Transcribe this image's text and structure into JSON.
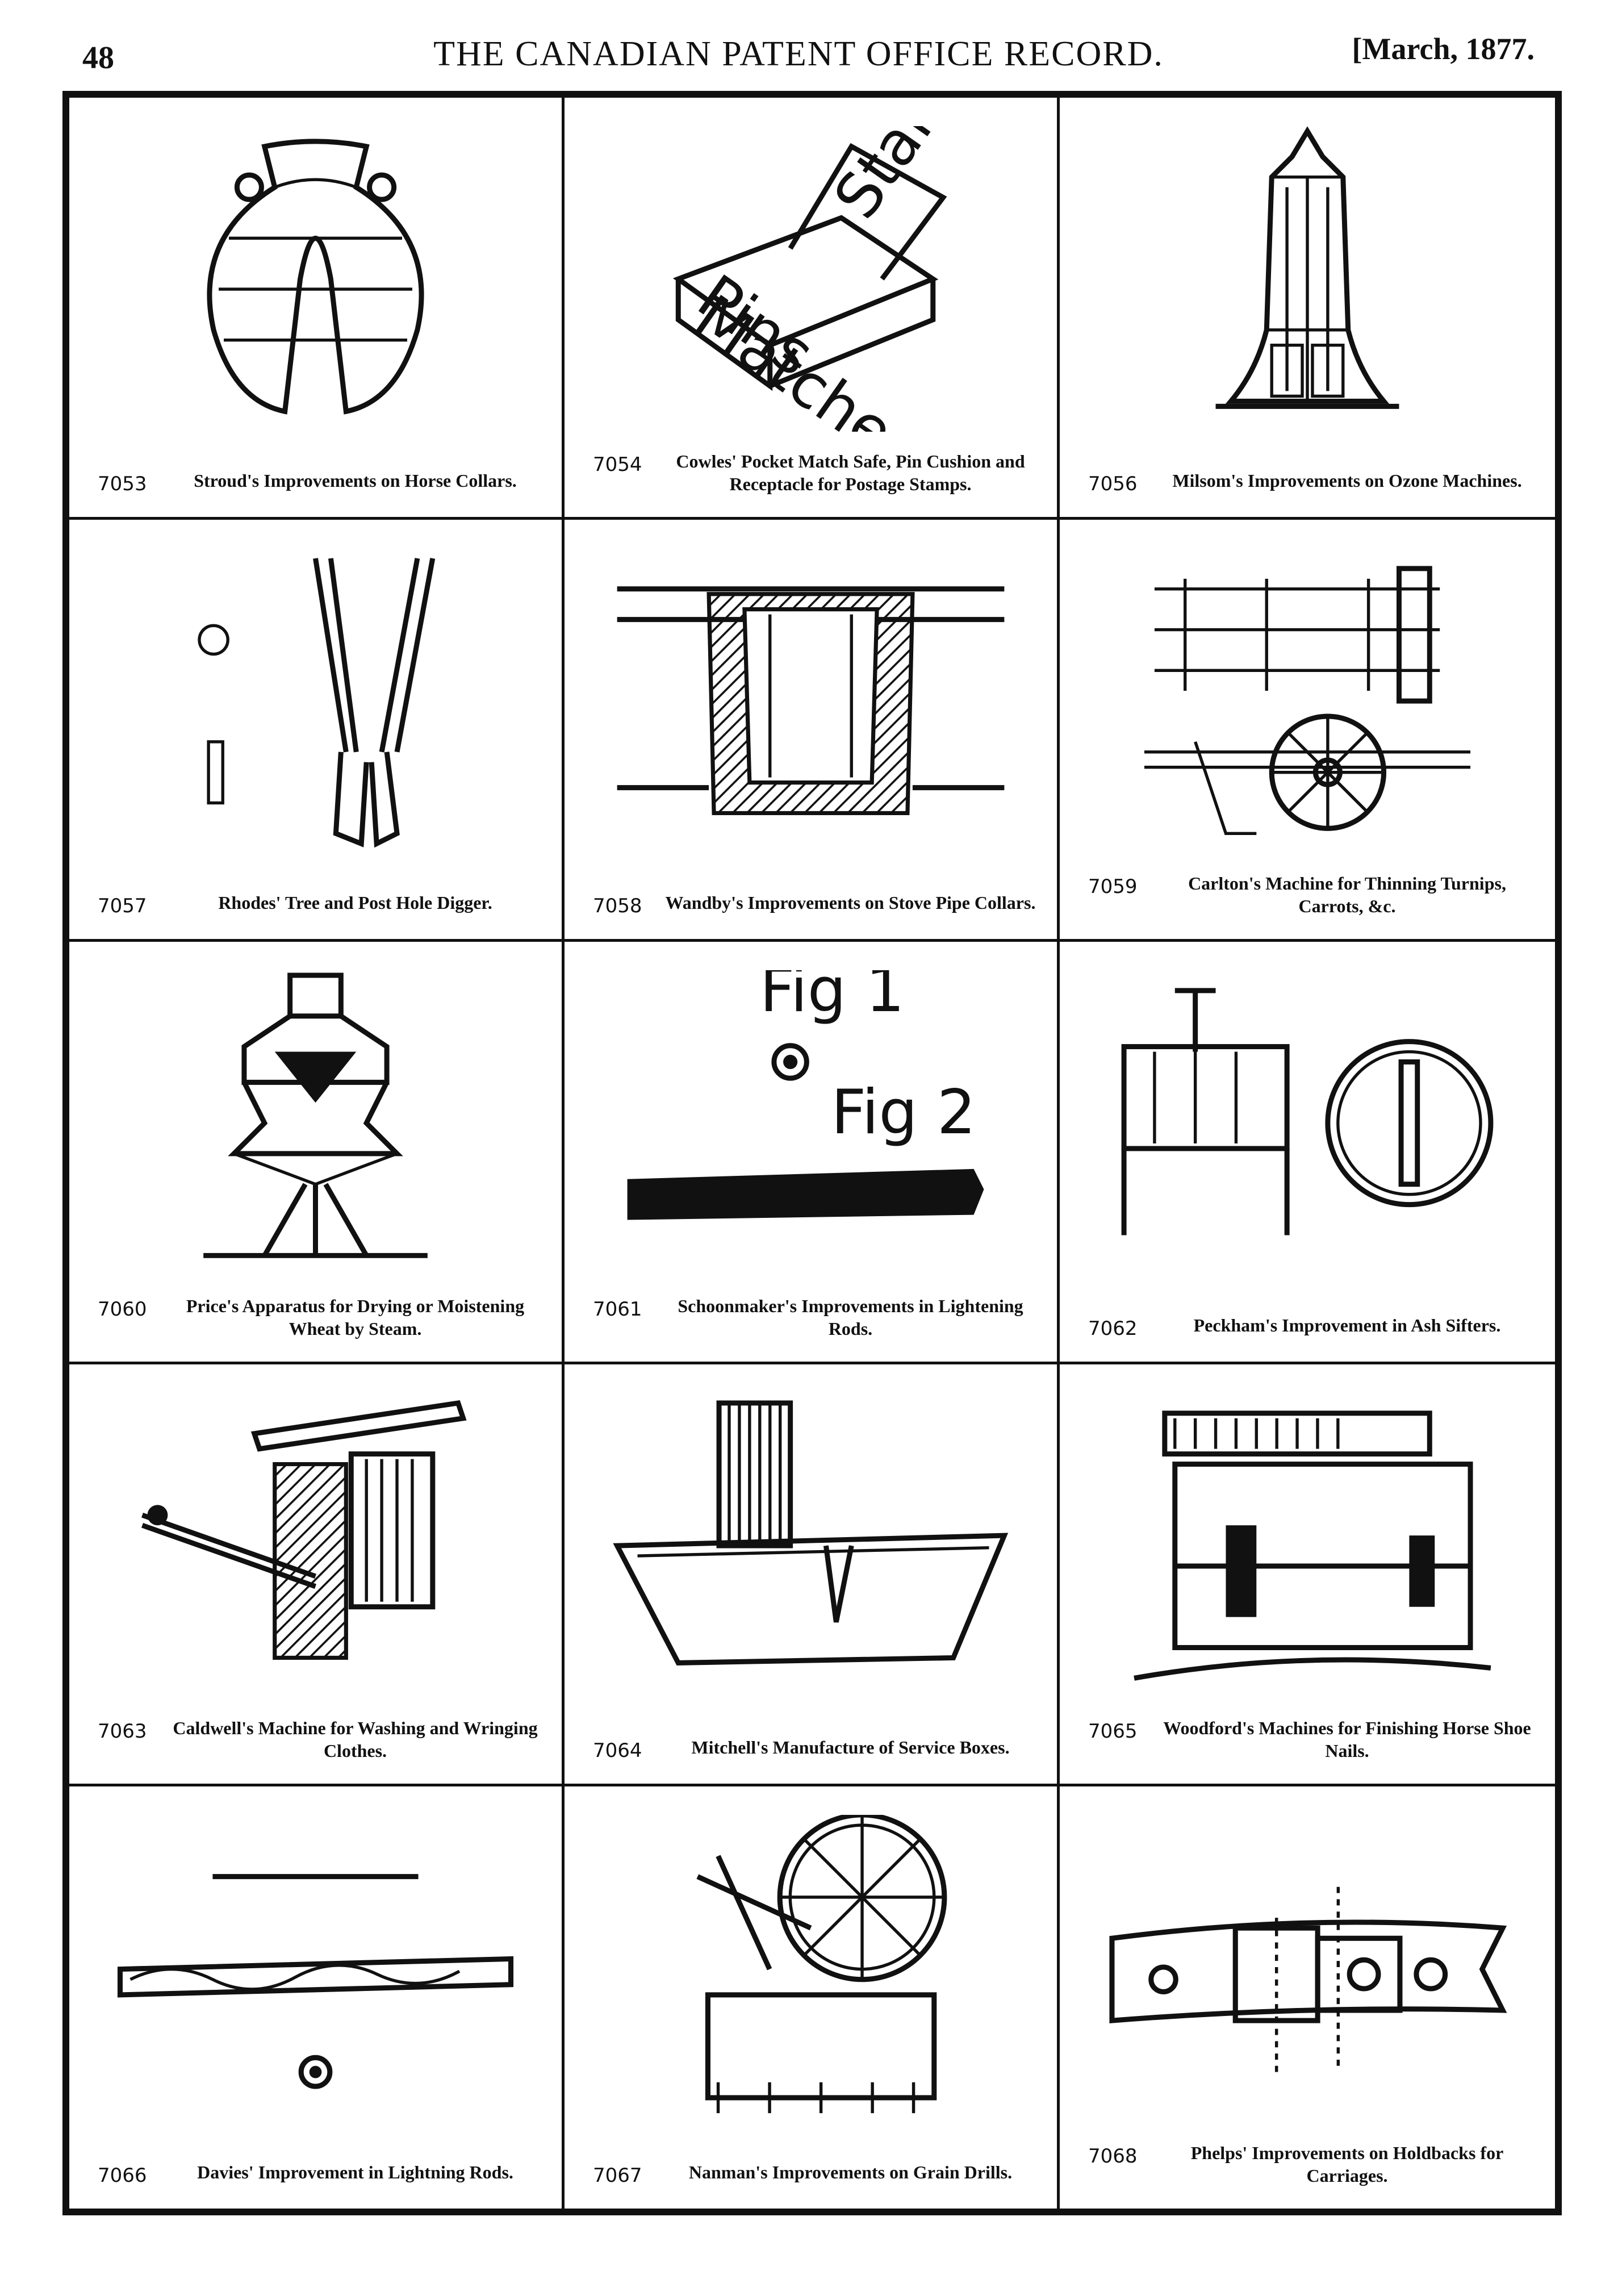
{
  "header": {
    "page_number": "48",
    "title": "THE CANADIAN PATENT OFFICE RECORD.",
    "date": "[March, 1877."
  },
  "patents": [
    {
      "number": "7053",
      "title": "Stroud's Improvements on Horse Collars."
    },
    {
      "number": "7054",
      "title": "Cowles' Pocket Match Safe, Pin Cushion and Receptacle for Postage Stamps."
    },
    {
      "number": "7056",
      "title": "Milsom's Improvements on Ozone Machines."
    },
    {
      "number": "7057",
      "title": "Rhodes' Tree and Post Hole Digger."
    },
    {
      "number": "7058",
      "title": "Wandby's Improvements on Stove Pipe Collars."
    },
    {
      "number": "7059",
      "title": "Carlton's Machine for Thinning Turnips, Carrots, &c."
    },
    {
      "number": "7060",
      "title": "Price's Apparatus for Drying or Moistening Wheat by Steam."
    },
    {
      "number": "7061",
      "title": "Schoonmaker's Improvements in Lightening Rods."
    },
    {
      "number": "7062",
      "title": "Peckham's Improvement in Ash Sifters."
    },
    {
      "number": "7063",
      "title": "Caldwell's Machine for Washing and Wringing Clothes."
    },
    {
      "number": "7064",
      "title": "Mitchell's Manufacture of Service Boxes."
    },
    {
      "number": "7065",
      "title": "Woodford's Machines for Finishing Horse Shoe Nails."
    },
    {
      "number": "7066",
      "title": "Davies' Improvement in Lightning Rods."
    },
    {
      "number": "7067",
      "title": "Nanman's Improvements on Grain Drills."
    },
    {
      "number": "7068",
      "title": "Phelps' Improvements on Holdbacks for Carriages."
    }
  ],
  "drawing_text": {
    "stamps": "Stamps",
    "pins": "Pins",
    "matches": "Matches",
    "fig1": "Fig 1",
    "fig2": "Fig 2"
  }
}
